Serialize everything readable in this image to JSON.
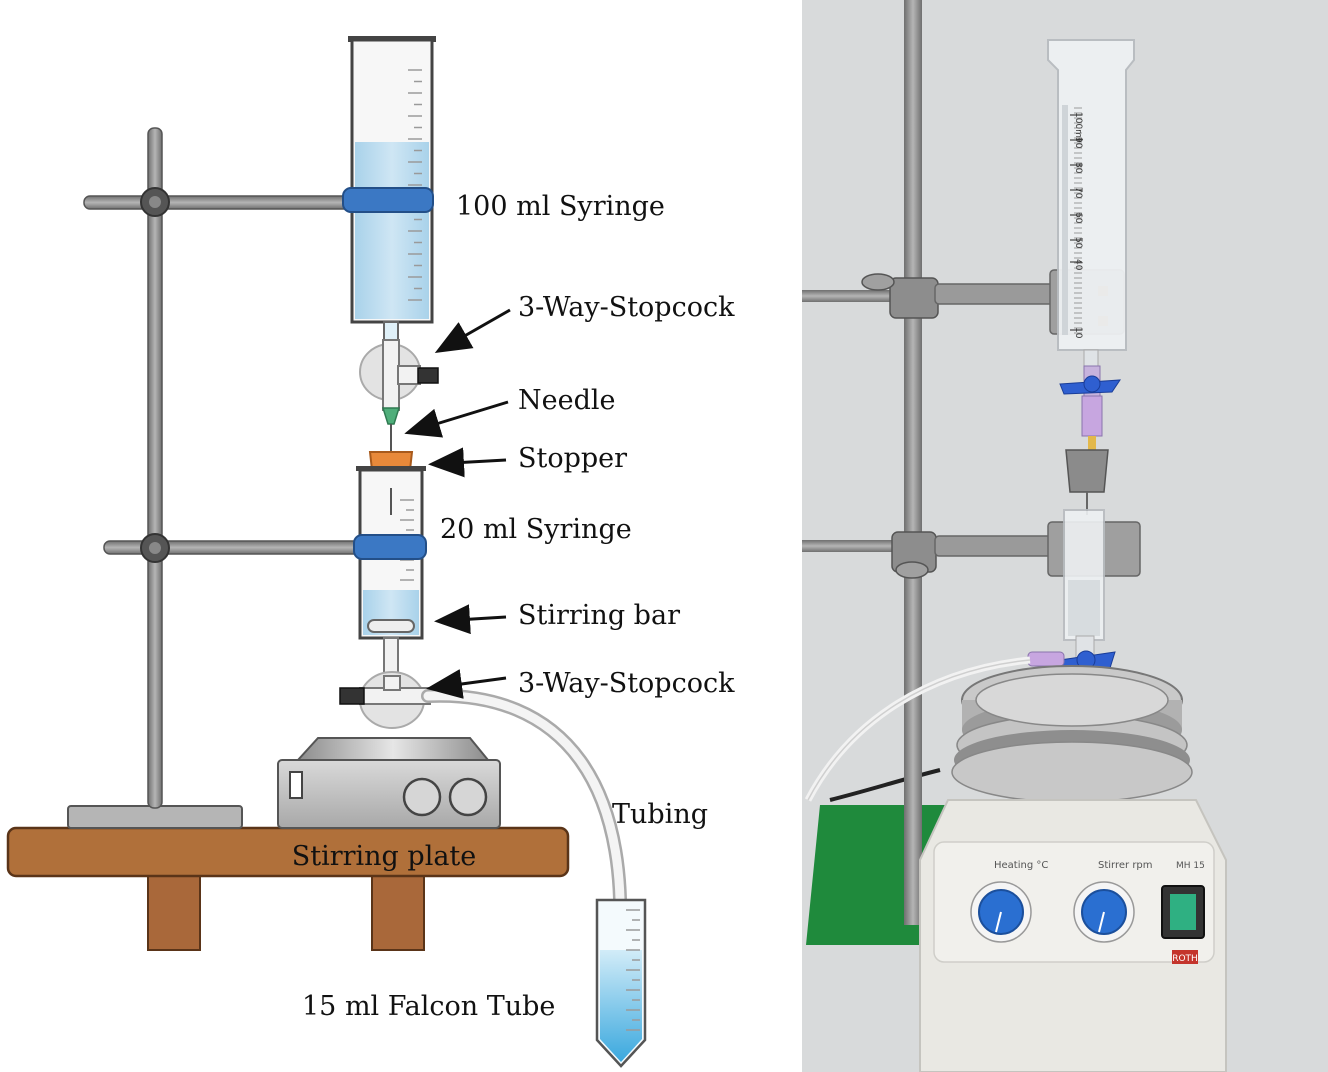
{
  "labels": {
    "syringe_100": "100 ml Syringe",
    "stopcock_top": "3-Way-Stopcock",
    "needle": "Needle",
    "stopper": "Stopper",
    "syringe_20": "20 ml Syringe",
    "stirring_bar": "Stirring bar",
    "stopcock_bottom": "3-Way-Stopcock",
    "tubing": "Tubing",
    "stirring_plate": "Stirring plate",
    "falcon_tube": "15 ml Falcon Tube"
  },
  "photo": {
    "syringe_scale": [
      "100ml",
      "90",
      "80",
      "70",
      "60",
      "50",
      "40",
      "10"
    ],
    "heating_label": "Heating °C",
    "stirrer_label": "Stirrer rpm",
    "brand": "ROTH",
    "model": "MH 15"
  },
  "colors": {
    "liquid": "#bcdcef",
    "clamp_blue": "#3b78c4",
    "stopper_orange": "#e8893a",
    "table_brown": "#b0703a",
    "rod_gray": "#8a8a8a",
    "needle_green": "#4fae7a"
  }
}
